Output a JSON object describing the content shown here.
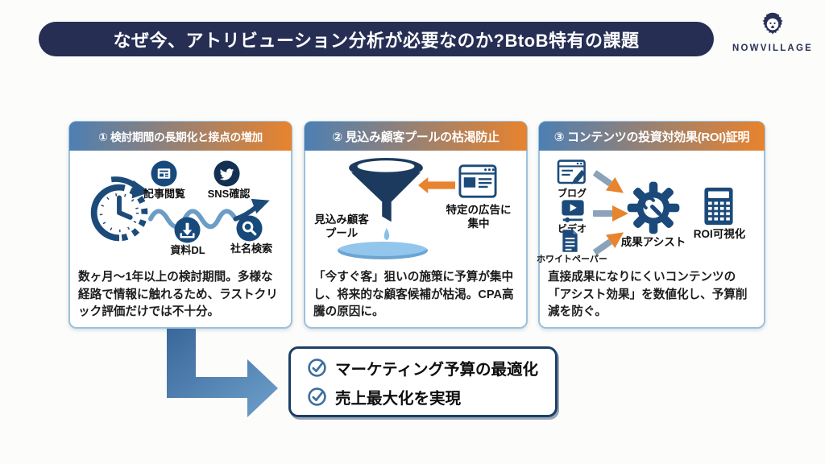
{
  "header": {
    "title": "なぜ今、アトリビューション分析が必要なのか?BtoB特有の課題"
  },
  "logo": {
    "name": "NOWVILLAGE"
  },
  "panels": [
    {
      "title": "① 検討期間の長期化と接点の増加",
      "touchpoints": [
        {
          "label": "記事閲覧",
          "icon": "article-icon"
        },
        {
          "label": "SNS確認",
          "icon": "twitter-icon"
        },
        {
          "label": "資料DL",
          "icon": "download-icon"
        },
        {
          "label": "社名検索",
          "icon": "search-icon"
        }
      ],
      "description": "数ヶ月〜1年以上の検討期間。多様な経路で情報に触れるため、ラストクリック評価だけでは不十分。"
    },
    {
      "title": "② 見込み顧客プールの枯渇防止",
      "funnel_label": "見込み顧客\nプール",
      "ad_label": "特定の広告に\n集中",
      "description": "「今すぐ客」狙いの施策に予算が集中し、将来的な顧客候補が枯渇。CPA高騰の原因に。"
    },
    {
      "title": "③ コンテンツの投資対効果(ROI)証明",
      "contents": [
        {
          "label": "ブログ",
          "icon": "blog-icon"
        },
        {
          "label": "ビデオ",
          "icon": "video-icon"
        },
        {
          "label": "ホワイトペーパー",
          "icon": "whitepaper-icon"
        }
      ],
      "assist_label": "成果アシスト",
      "roi_label": "ROI可視化",
      "description": "直接成果になりにくいコンテンツの「アシスト効果」を数値化し、予算削減を防ぐ。"
    }
  ],
  "outcome": {
    "items": [
      {
        "label": "マーケティング予算の最適化"
      },
      {
        "label": "売上最大化を実現"
      }
    ]
  },
  "colors": {
    "header_navy": "#262e54",
    "icon_navy": "#1b4a7a",
    "accent_orange": "#e8832e",
    "steel_blue": "#3d6e9e",
    "light_blue": "#92c6ec",
    "panel_border": "#9ec1dd",
    "gradient_blue": "#4d7fb3"
  }
}
